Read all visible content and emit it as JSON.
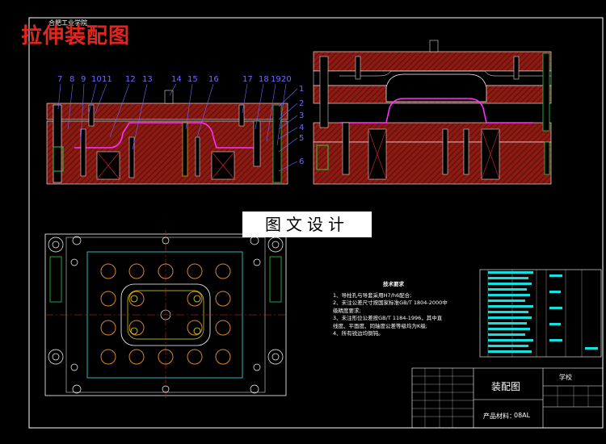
{
  "drawing": {
    "title": "拉伸装配图",
    "small_header": "合肥工业学院",
    "watermark": "图文设计"
  },
  "callouts": {
    "top_row": [
      "7",
      "8",
      "9",
      "10",
      "11",
      "12",
      "13",
      "14",
      "15",
      "16",
      "17",
      "18",
      "19",
      "20"
    ],
    "right_col": [
      "1",
      "2",
      "3",
      "4",
      "5",
      "6"
    ]
  },
  "notes": {
    "title": "技术要求",
    "items": [
      "1、导柱孔与导套采用H7/h6配合;",
      "2、未注公差尺寸按国家标准GB/T 1804-2000中",
      "   级精度要求;",
      "3、未注形位公差按GB/T 1184-1996，其中直",
      "   线度、平面度、同轴度公差等级均为K级;",
      "4、所有锐边均倒钝。"
    ]
  },
  "title_block": {
    "name": "装配图",
    "part_label": "产品材料：",
    "material": "08AL",
    "school": "学校"
  },
  "colors": {
    "background": "#000000",
    "die_red": "#8b1a12",
    "hatch": "#3a0906",
    "line_white": "#ffffff",
    "callout_blue": "#6b6bff",
    "green": "#2ec84a",
    "magenta": "#ff2fff",
    "yellow": "#e6e600",
    "cyan": "#2ee6e6",
    "bom_cyan": "#15e0e0",
    "title_red": "#e0261f"
  }
}
